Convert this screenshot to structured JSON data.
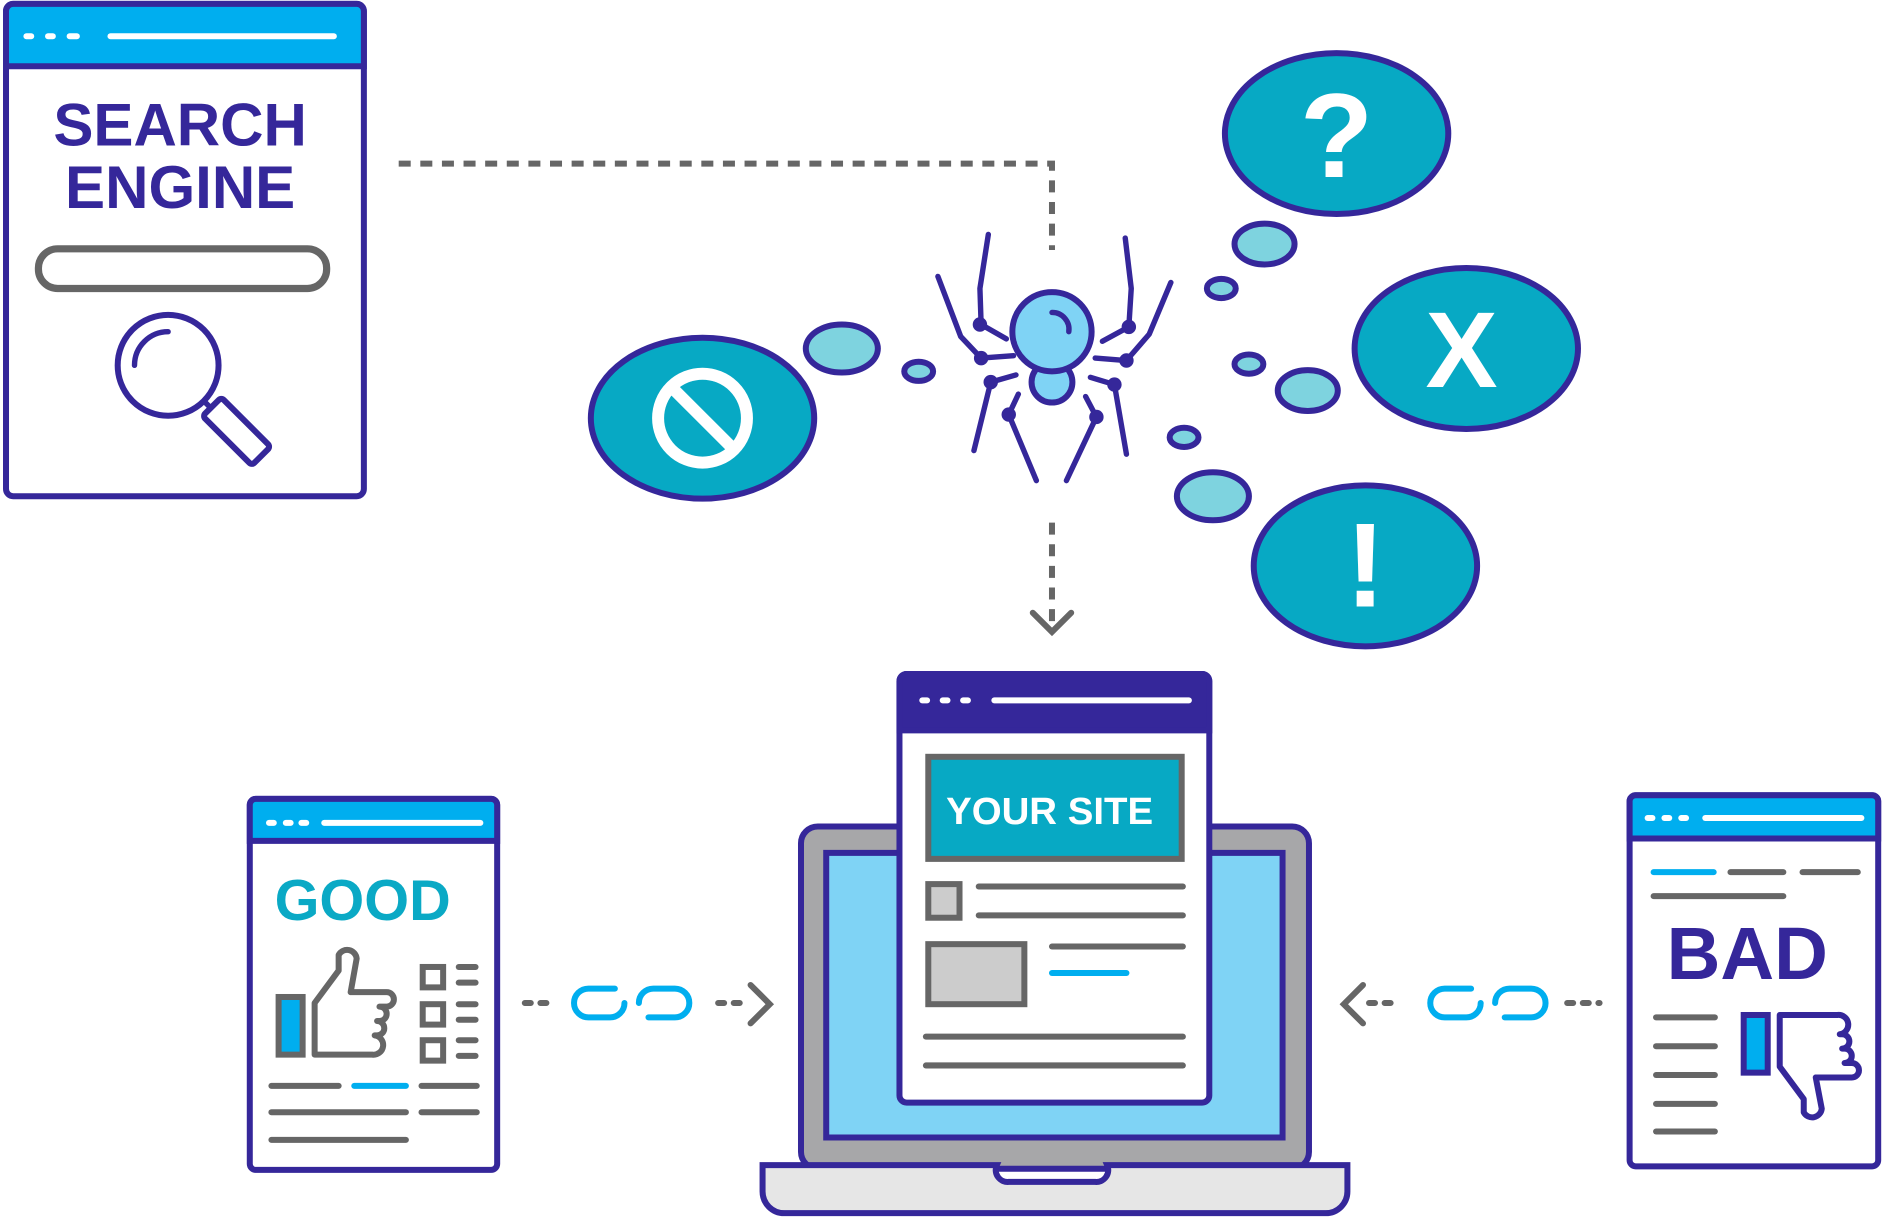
{
  "search_engine": {
    "line1": "SEARCH",
    "line2": "ENGINE"
  },
  "bubbles": {
    "question": "?",
    "x": "X",
    "exclaim": "!"
  },
  "your_site": {
    "label": "YOUR SITE"
  },
  "good_page": {
    "label": "GOOD"
  },
  "bad_page": {
    "label": "BAD"
  },
  "colors": {
    "navy": "#35279a",
    "cyan": "#07a9c4",
    "blue": "#00aeef",
    "screen": "#7fd3f5",
    "gray": "#666666"
  }
}
